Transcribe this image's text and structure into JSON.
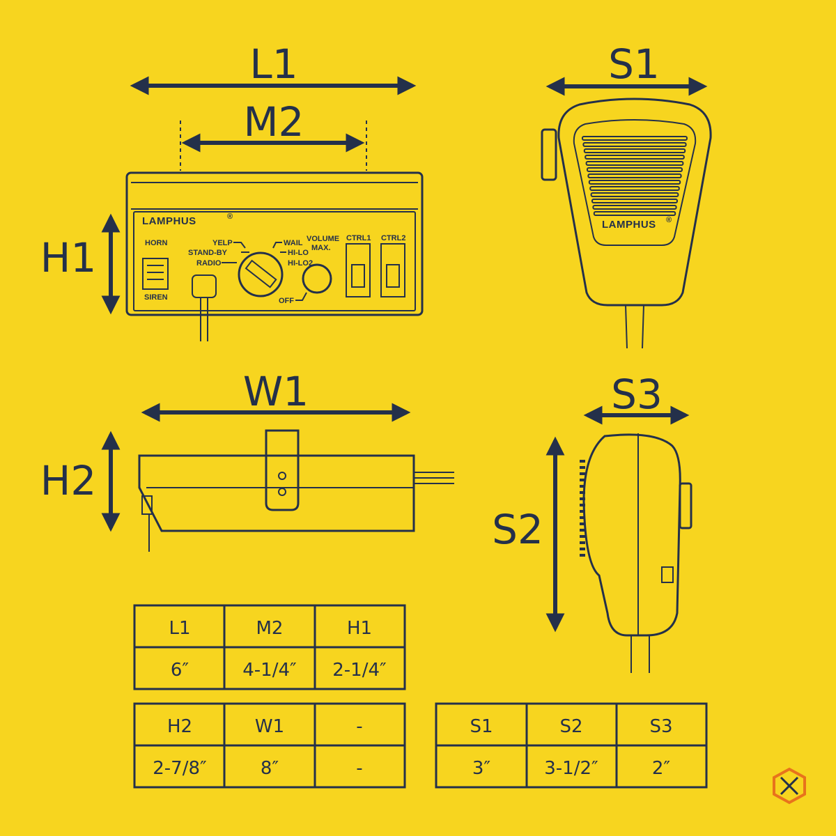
{
  "dimension_labels": {
    "l1": "L1",
    "m2": "M2",
    "h1": "H1",
    "s1": "S1",
    "w1": "W1",
    "h2": "H2",
    "s3": "S3",
    "s2": "S2"
  },
  "siren_box": {
    "brand": "LAMPHUS",
    "registered": "®",
    "horn": "HORN",
    "siren": "SIREN",
    "yelp": "YELP",
    "stand_by": "STAND-BY",
    "radio": "RADIO",
    "wail": "WAIL",
    "hi_lo": "HI-LO",
    "hi_lo2": "HI-LO2",
    "off": "OFF",
    "volume": "VOLUME",
    "max": "MAX.",
    "ctrl1": "CTRL1",
    "ctrl2": "CTRL2"
  },
  "microphone": {
    "brand": "LAMPHUS",
    "registered": "®"
  },
  "tables": {
    "box1": {
      "headers": [
        "L1",
        "M2",
        "H1"
      ],
      "values": [
        "6″",
        "4-1/4″",
        "2-1/4″"
      ]
    },
    "box2": {
      "headers": [
        "H2",
        "W1",
        "-"
      ],
      "values": [
        "2-7/8″",
        "8″",
        "-"
      ]
    },
    "mic": {
      "headers": [
        "S1",
        "S2",
        "S3"
      ],
      "values": [
        "3″",
        "3-1/2″",
        "2″"
      ]
    }
  },
  "colors": {
    "background": "#f7d51f",
    "ink": "#24304a",
    "logo_orange": "#e8731c"
  },
  "icons": [
    "brand-hexagon-icon"
  ]
}
